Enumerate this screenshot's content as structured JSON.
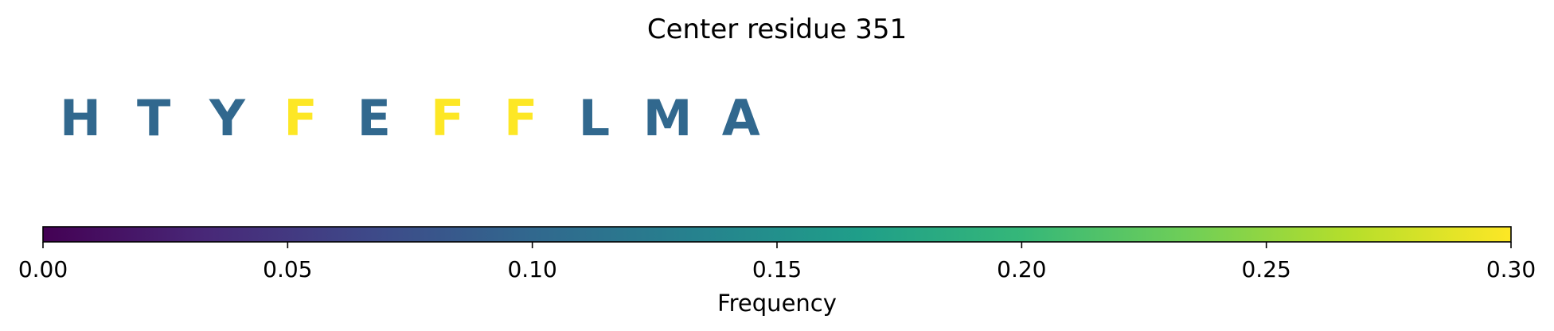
{
  "chart_data": {
    "type": "sequence-logo",
    "title": "Center residue 351",
    "residues": [
      {
        "letter": "H",
        "frequency": 0.1
      },
      {
        "letter": "T",
        "frequency": 0.1
      },
      {
        "letter": "Y",
        "frequency": 0.1
      },
      {
        "letter": "F",
        "frequency": 0.3
      },
      {
        "letter": "E",
        "frequency": 0.1
      },
      {
        "letter": "F",
        "frequency": 0.3
      },
      {
        "letter": "F",
        "frequency": 0.3
      },
      {
        "letter": "L",
        "frequency": 0.1
      },
      {
        "letter": "M",
        "frequency": 0.1
      },
      {
        "letter": "A",
        "frequency": 0.1
      }
    ],
    "colorbar": {
      "label": "Frequency",
      "range": [
        0,
        0.3
      ],
      "ticks": [
        0.0,
        0.05,
        0.1,
        0.15,
        0.2,
        0.25,
        0.3
      ],
      "tick_labels": [
        "0.00",
        "0.05",
        "0.10",
        "0.15",
        "0.20",
        "0.25",
        "0.30"
      ],
      "colormap": "viridis",
      "colormap_stops": [
        "#440154",
        "#482878",
        "#3e4989",
        "#31688e",
        "#26828e",
        "#1f9e89",
        "#35b779",
        "#6ece58",
        "#b5de2b",
        "#fde725"
      ]
    }
  }
}
